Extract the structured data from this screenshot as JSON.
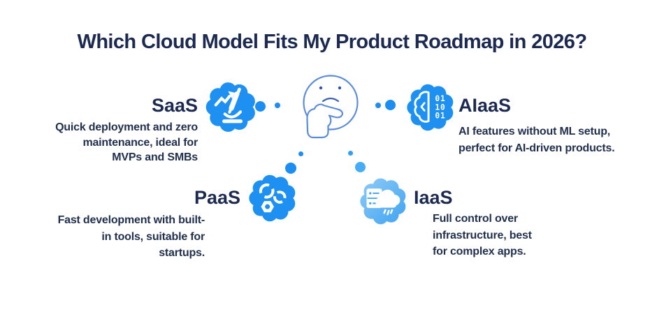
{
  "title": "Which Cloud Model Fits My Product Roadmap in 2026?",
  "palette": {
    "navy": "#1c2a52",
    "blob_blue": "#1e90f2",
    "light_blue": "#47abf5",
    "face_outline": "#5b8cd9"
  },
  "center": {
    "figure": "thinking-face"
  },
  "models": {
    "saas": {
      "label": "SaaS",
      "description": "Quick deployment and zero\nmaintenance, ideal for\nMVPs and SMBs",
      "icon": "microscope-growth-icon"
    },
    "aiaas": {
      "label": "AIaaS",
      "description": "AI features without ML setup,\nperfect for AI-driven products.",
      "icon": "ai-brain-binary-icon",
      "binary_rows": [
        "01",
        "10",
        "01"
      ]
    },
    "paas": {
      "label": "PaaS",
      "description": "Fast development with built-\nin tools, suitable for\nstartups.",
      "icon": "gears-icon"
    },
    "iaas": {
      "label": "IaaS",
      "description": "Full control over\ninfrastructure, best\nfor complex apps.",
      "icon": "cloud-server-icon"
    }
  }
}
